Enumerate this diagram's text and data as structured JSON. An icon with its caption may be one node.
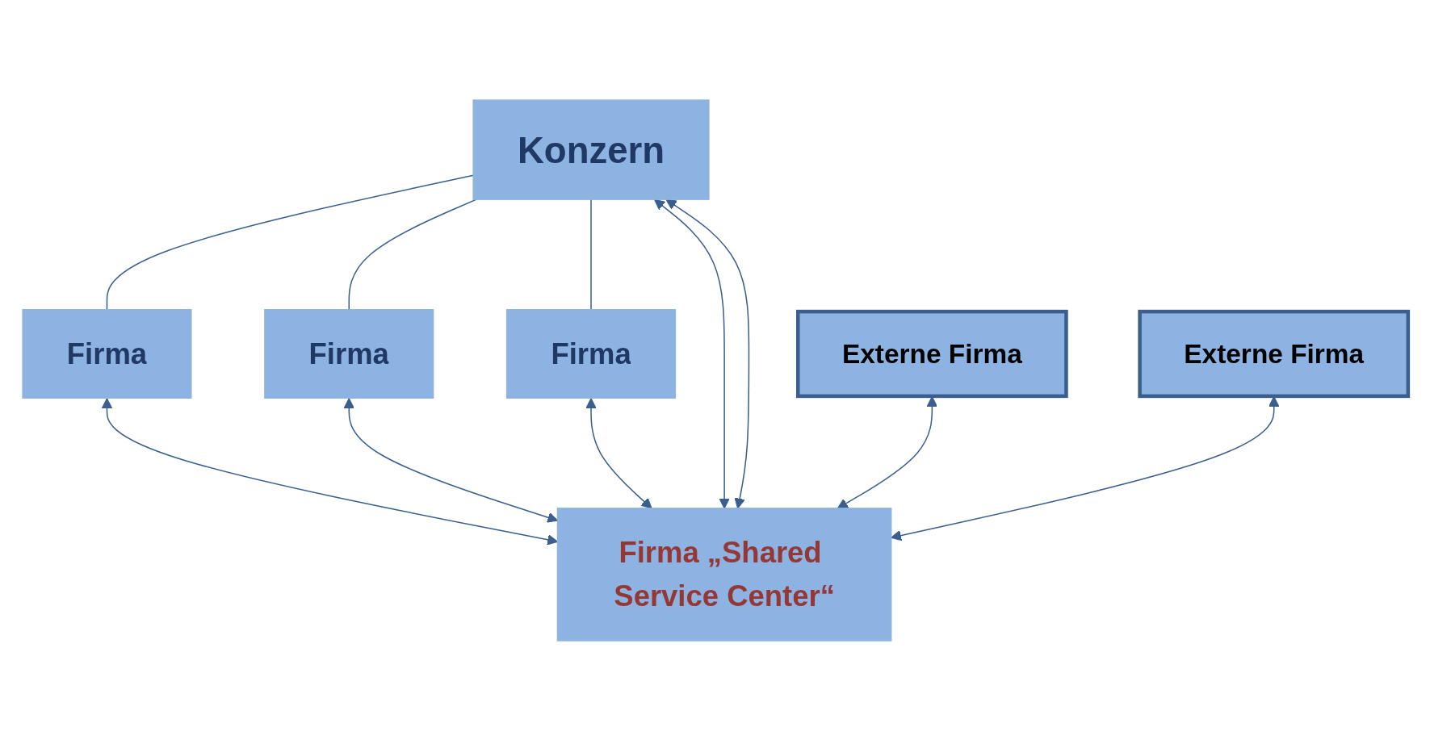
{
  "diagram": {
    "nodes": [
      {
        "text": [
          "Konzern"
        ]
      },
      {
        "text": [
          "Firma"
        ]
      },
      {
        "text": [
          "Firma"
        ]
      },
      {
        "text": [
          "Firma"
        ]
      },
      {
        "text": [
          "Firma „Shared Service Center“"
        ]
      },
      {
        "text": [
          "Externe Firma"
        ]
      },
      {
        "text": [
          "Externe Firma"
        ]
      }
    ],
    "edges": [
      {
        "from": 0,
        "to": 1,
        "arrow": "none"
      },
      {
        "from": 0,
        "to": 2,
        "arrow": "none"
      },
      {
        "from": 0,
        "to": 3,
        "arrow": "none"
      },
      {
        "from": 1,
        "to": 4,
        "arrow": "both"
      },
      {
        "from": 2,
        "to": 4,
        "arrow": "both"
      },
      {
        "from": 3,
        "to": 4,
        "arrow": "both"
      },
      {
        "from": 0,
        "to": 4,
        "arrow": "both"
      },
      {
        "from": 0,
        "to": 4,
        "arrow": "both"
      },
      {
        "from": 5,
        "to": 4,
        "arrow": "both"
      },
      {
        "from": 6,
        "to": 4,
        "arrow": "both"
      }
    ]
  }
}
